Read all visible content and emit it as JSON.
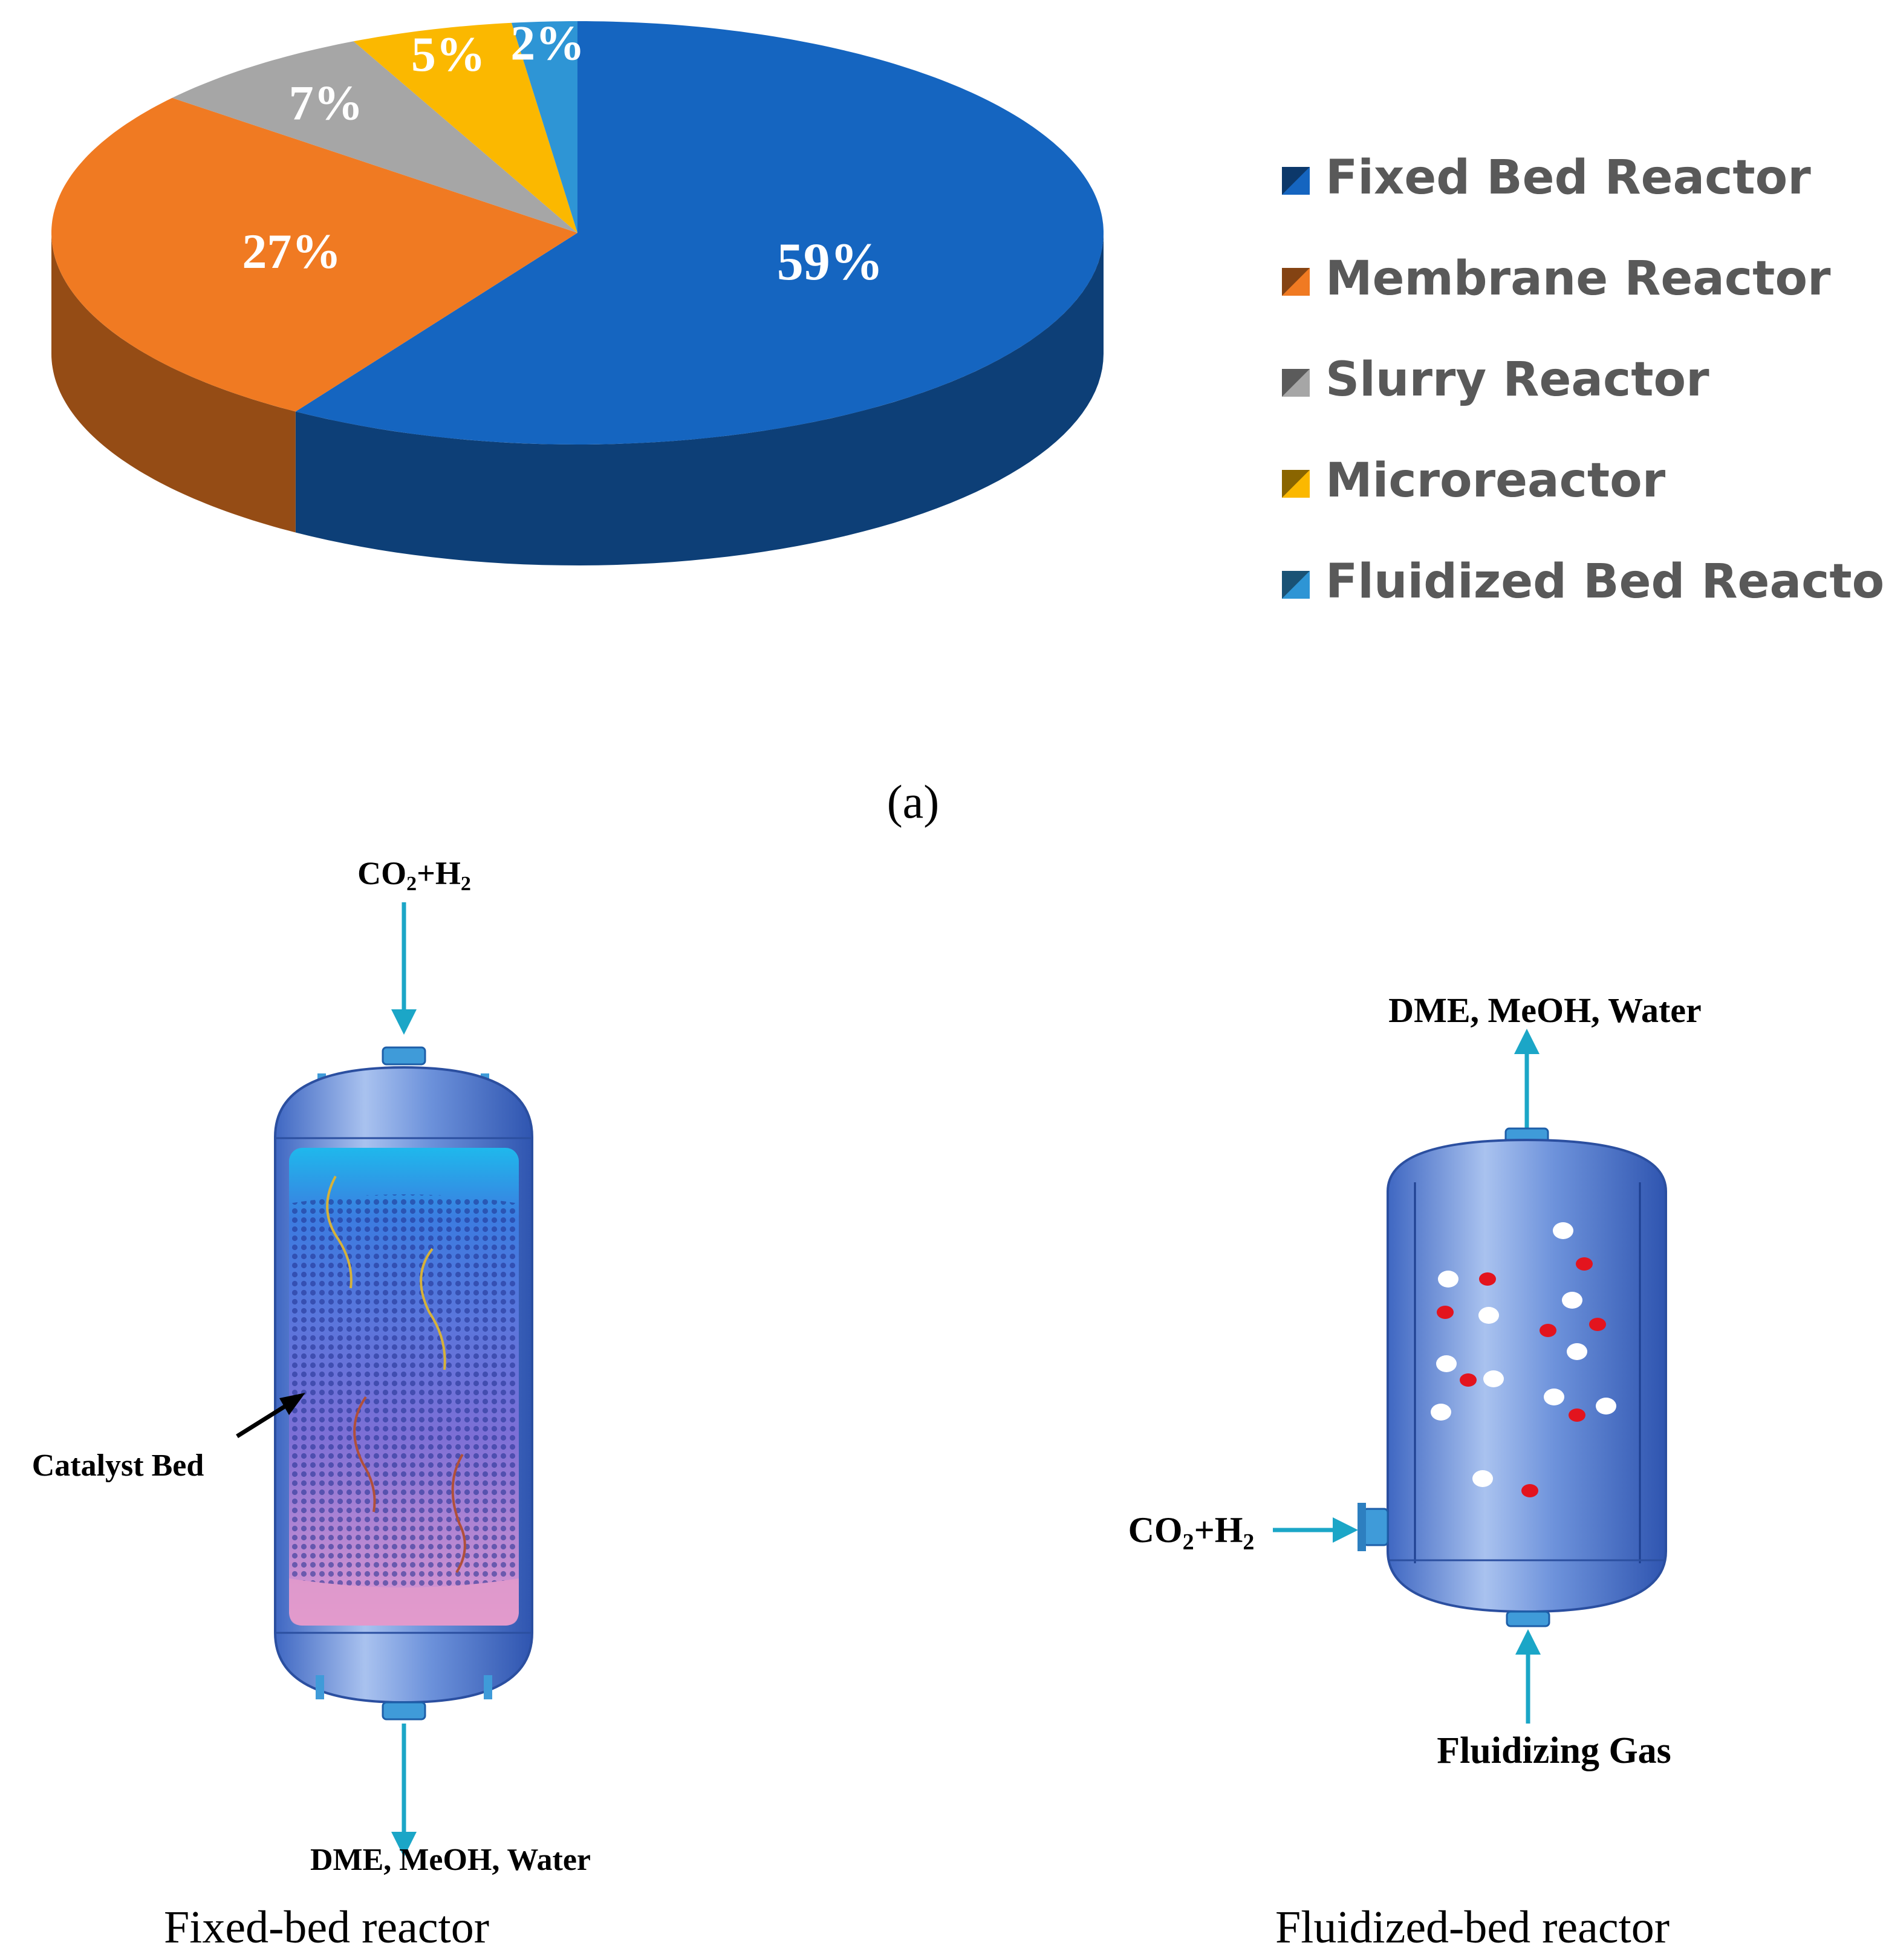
{
  "chart_data": {
    "type": "pie",
    "categories": [
      "Fixed Bed Reactor",
      "Membrane Reactor",
      "Slurry Reactor",
      "Microreactor",
      "Fluidized Bed Reactor"
    ],
    "values": [
      59,
      27,
      7,
      5,
      2
    ],
    "data_labels": [
      "59%",
      "27%",
      "7%",
      "5%",
      "2%"
    ],
    "unit": "%",
    "legend_position": "right",
    "style": "3d"
  },
  "colors": {
    "fixed_bed": "#1565c0",
    "membrane": "#f07a22",
    "slurry": "#a6a6a6",
    "micro": "#fbb800",
    "fluidized": "#2e95d5",
    "arrow": "#1ba6c7",
    "vessel": "#5d86d3"
  },
  "panel_a_label": "(a)",
  "fixed_bed": {
    "caption": "Fixed-bed reactor",
    "inlet_label": {
      "base1": "CO",
      "sub1": "2",
      "base2": "+H",
      "sub2": "2"
    },
    "outlet_label": "DME, MeOH, Water",
    "callout_label": "Catalyst Bed"
  },
  "fluidized_bed": {
    "caption": "Fluidized-bed reactor",
    "outlet_label": "DME, MeOH, Water",
    "inlet_label": {
      "base1": "CO",
      "sub1": "2",
      "base2": "+H",
      "sub2": "2"
    },
    "bottom_label": "Fluidizing Gas"
  }
}
